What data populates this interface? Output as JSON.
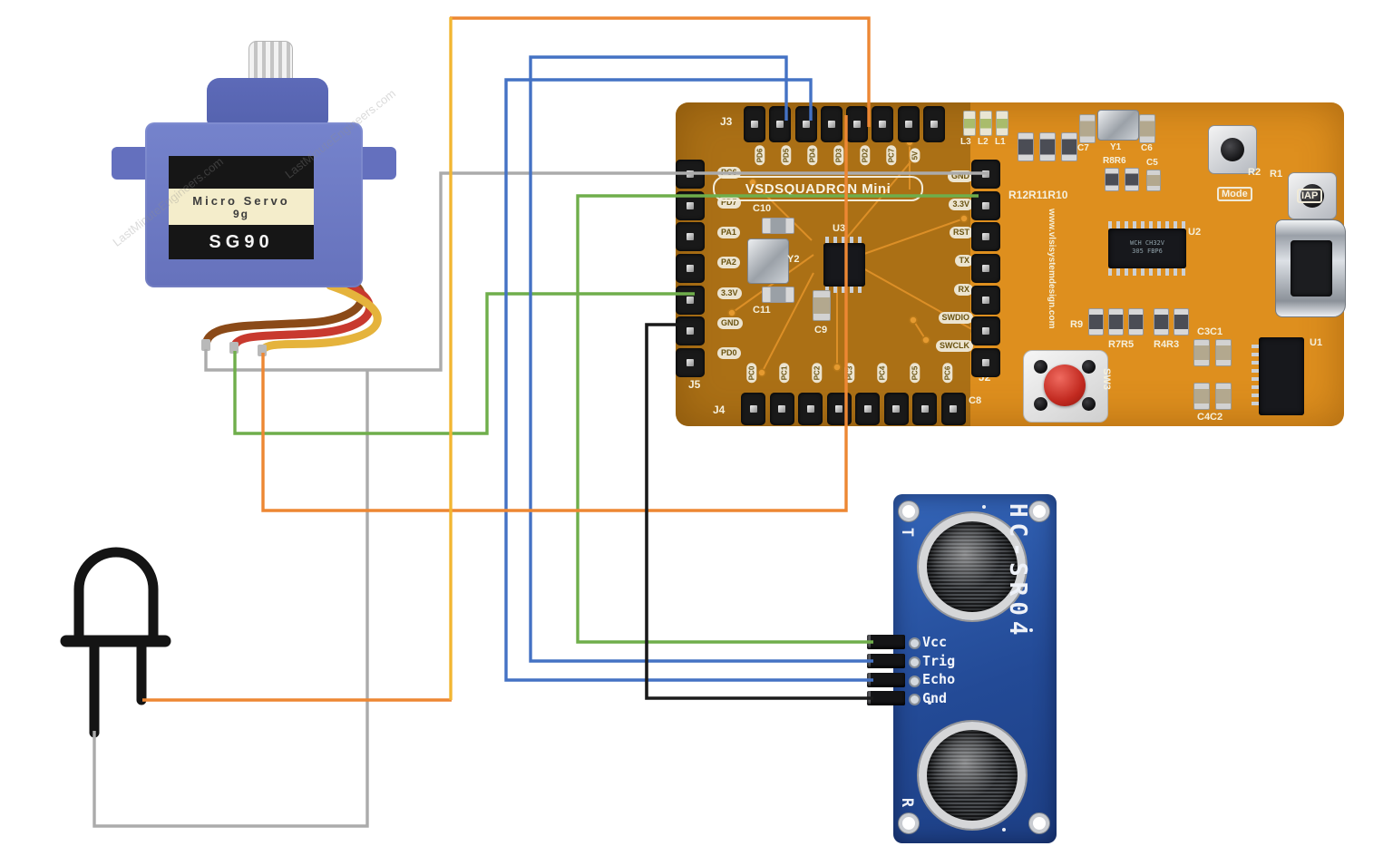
{
  "servo": {
    "label_line1": "Micro Servo",
    "label_line2": "9g",
    "model": "SG90",
    "watermark": "LastMinuteEngineers.com",
    "body_color": "#6F7CC6",
    "wire_colors": {
      "brown": "#8B4A18",
      "red": "#C8392E",
      "yellow": "#E5B33C"
    }
  },
  "led": {
    "symbol_color": "#141414"
  },
  "board": {
    "title": "VSDSQUADRON Mini",
    "website": "www.vlsisystemdesign.com",
    "color": "#DE8F1E",
    "silkscreen": {
      "j3": "J3",
      "j5": "J5",
      "j4": "J4",
      "j2": "J2",
      "top_pins": [
        "PD6",
        "PD5",
        "PD4",
        "PD3",
        "PD2",
        "PC7",
        "5V"
      ],
      "left_pins": [
        "PC6",
        "PD7",
        "PA1",
        "PA2",
        "3.3V",
        "GND",
        "PD0"
      ],
      "right_pins": [
        "GND",
        "3.3V",
        "RST",
        "TX",
        "RX",
        "SWDIO",
        "SWCLK"
      ],
      "bottom_pins": [
        "PC0",
        "PC1",
        "PC2",
        "PC3",
        "PC4",
        "PC5",
        "PC6"
      ]
    },
    "refs": {
      "l3": "L3",
      "l2": "L2",
      "l1": "L1",
      "c7": "C7",
      "y1": "Y1",
      "c6": "C6",
      "r8r6": "R8R6",
      "c5": "C5",
      "r2": "R2",
      "r1": "R1",
      "mode": "Mode",
      "iap": "IAP",
      "r12r11r10": "R12R11R10",
      "u2": "U2",
      "u3": "U3",
      "y2": "Y2",
      "c10": "C10",
      "c11": "C11",
      "c9": "C9",
      "r9": "R9",
      "r7r5": "R7R5",
      "r4r3": "R4R3",
      "c3c1": "C3C1",
      "c4c2": "C4C2",
      "u1": "U1",
      "sw3": "SW3",
      "c8": "C8"
    },
    "u2_text_line1": "WCH CH32V",
    "u2_text_line2": "305 FBP6"
  },
  "sensor": {
    "model": "HC-SR04",
    "pins": [
      "Vcc",
      "Trig",
      "Echo",
      "Gnd"
    ],
    "transmitter_label": "T",
    "receiver_label": "R",
    "pcb_color": "#2B5BAD"
  },
  "wires": {
    "colors": {
      "gray": "#ABABAB",
      "green": "#6FAE4B",
      "blue": "#4472C4",
      "orange": "#ED8733",
      "yellow": "#F2B632",
      "black": "#1A1A1A"
    },
    "nets": [
      {
        "name": "servo-gnd-to-board-gnd",
        "color_key": "gray"
      },
      {
        "name": "led-cathode-to-gnd",
        "color_key": "gray"
      },
      {
        "name": "servo-power-to-3v3",
        "color_key": "green"
      },
      {
        "name": "sensor-vcc-to-3v3",
        "color_key": "green"
      },
      {
        "name": "servo-signal-to-j3",
        "color_key": "orange"
      },
      {
        "name": "led-anode-to-j3",
        "color_key": "orange"
      },
      {
        "name": "led-anode-riser",
        "color_key": "yellow"
      },
      {
        "name": "sensor-trig-to-j3",
        "color_key": "blue"
      },
      {
        "name": "sensor-echo-to-j3",
        "color_key": "blue"
      },
      {
        "name": "sensor-gnd-to-board-gnd",
        "color_key": "black"
      }
    ]
  }
}
